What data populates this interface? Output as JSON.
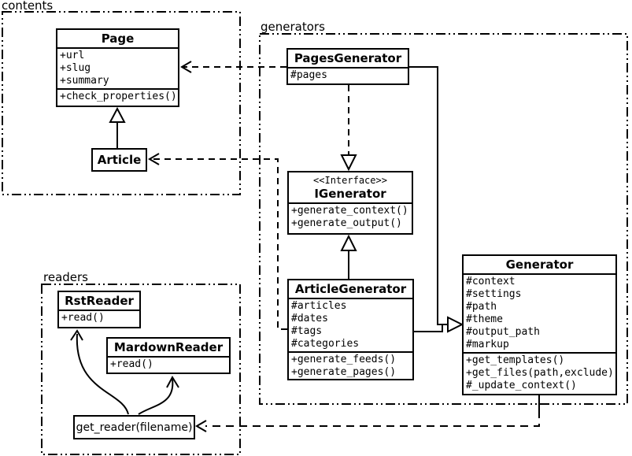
{
  "colors": {
    "stroke": "#000000",
    "background": "#ffffff"
  },
  "packages": {
    "contents": {
      "label": "contents"
    },
    "generators": {
      "label": "generators"
    },
    "readers": {
      "label": "readers"
    }
  },
  "classes": {
    "page": {
      "title": "Page",
      "attributes": [
        "+url",
        "+slug",
        "+summary"
      ],
      "methods": [
        "+check_properties()"
      ]
    },
    "article": {
      "title": "Article"
    },
    "pages_generator": {
      "title": "PagesGenerator",
      "attributes": [
        "#pages"
      ]
    },
    "igenerator": {
      "stereotype": "<<Interface>>",
      "title": "IGenerator",
      "methods": [
        "+generate_context()",
        "+generate_output()"
      ]
    },
    "article_generator": {
      "title": "ArticleGenerator",
      "attributes": [
        "#articles",
        "#dates",
        "#tags",
        "#categories"
      ],
      "methods": [
        "+generate_feeds()",
        "+generate_pages()"
      ]
    },
    "generator": {
      "title": "Generator",
      "attributes": [
        "#context",
        "#settings",
        "#path",
        "#theme",
        "#output_path",
        "#markup"
      ],
      "methods": [
        "+get_templates()",
        "+get_files(path,exclude)",
        "#_update_context()"
      ]
    },
    "rst_reader": {
      "title": "RstReader",
      "methods": [
        "+read()"
      ]
    },
    "mardown_reader": {
      "title": "MardownReader",
      "methods": [
        "+read()"
      ]
    },
    "get_reader": {
      "title": "get_reader(filename)"
    }
  },
  "edges": [
    {
      "from": "Article",
      "to": "Page",
      "type": "inheritance"
    },
    {
      "from": "PagesGenerator",
      "to": "Page",
      "type": "dependency"
    },
    {
      "from": "ArticleGenerator",
      "to": "Article",
      "type": "dependency"
    },
    {
      "from": "PagesGenerator",
      "to": "IGenerator",
      "type": "realization"
    },
    {
      "from": "ArticleGenerator",
      "to": "IGenerator",
      "type": "inheritance"
    },
    {
      "from": "PagesGenerator",
      "to": "Generator",
      "type": "inheritance"
    },
    {
      "from": "ArticleGenerator",
      "to": "Generator",
      "type": "inheritance"
    },
    {
      "from": "Generator",
      "to": "get_reader(filename)",
      "type": "dependency"
    },
    {
      "from": "get_reader(filename)",
      "to": "RstReader",
      "type": "arrow"
    },
    {
      "from": "get_reader(filename)",
      "to": "MardownReader",
      "type": "arrow"
    }
  ]
}
